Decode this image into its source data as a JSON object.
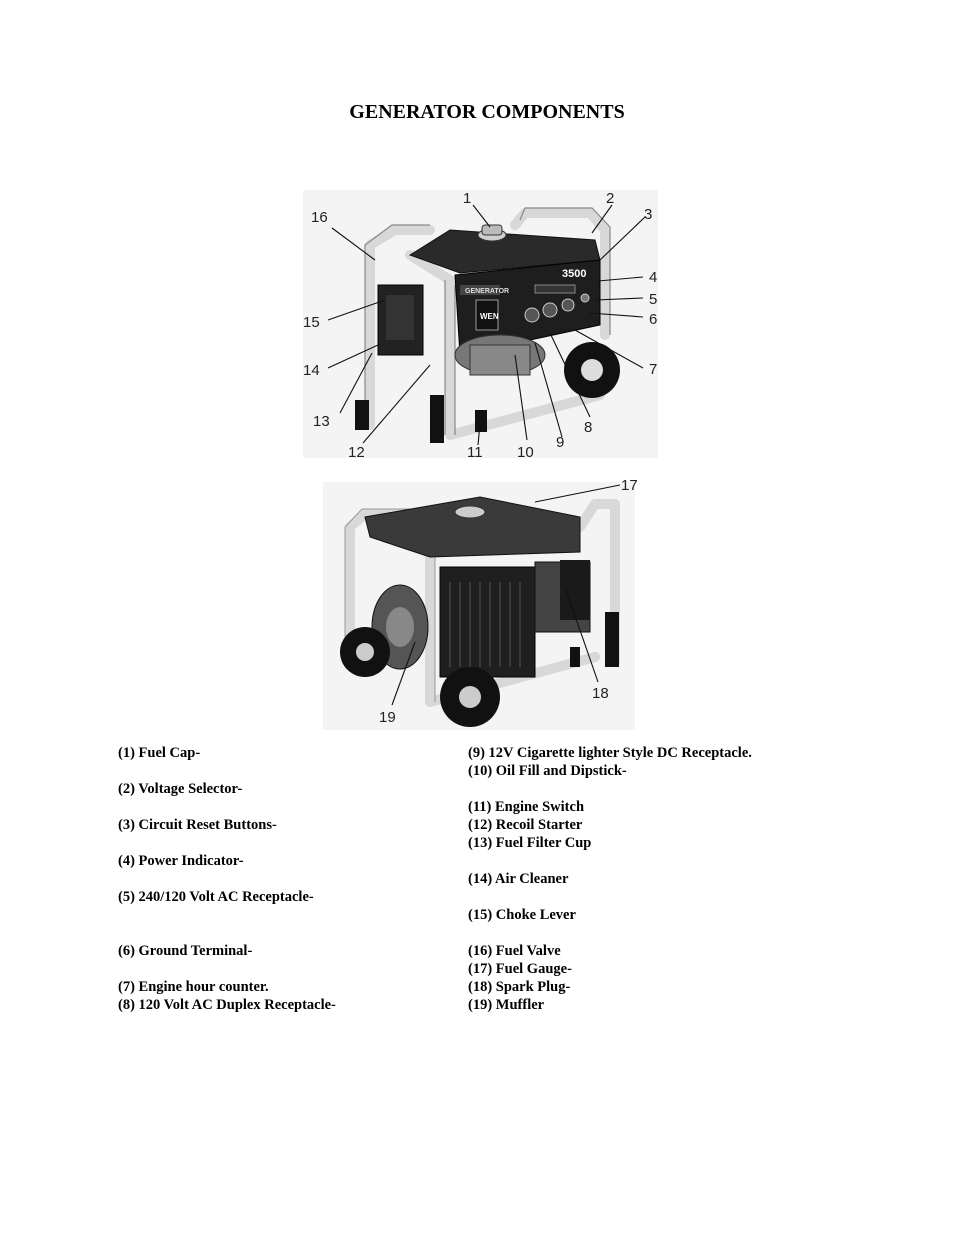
{
  "page": {
    "title": "GENERATOR COMPONENTS"
  },
  "figure_front": {
    "panel_brand": "WEN",
    "panel_title": "GENERATOR",
    "model_badge": "3500",
    "callouts": [
      "1",
      "2",
      "3",
      "4",
      "5",
      "6",
      "7",
      "8",
      "9",
      "10",
      "11",
      "12",
      "13",
      "14",
      "15",
      "16"
    ]
  },
  "figure_rear": {
    "callouts": [
      "17",
      "18",
      "19"
    ]
  },
  "legend": {
    "left": [
      "(1) Fuel Cap-",
      "",
      "(2) Voltage Selector-",
      "",
      "(3) Circuit Reset Buttons-",
      "",
      "(4) Power Indicator-",
      "",
      "(5) 240/120 Volt AC Receptacle-",
      "",
      "",
      "(6) Ground Terminal-",
      "",
      "(7) Engine hour counter.",
      "(8) 120 Volt AC Duplex Receptacle-"
    ],
    "right": [
      "(9) 12V Cigarette lighter Style DC Receptacle.",
      "(10) Oil Fill and Dipstick-",
      "",
      "(11) Engine Switch",
      "(12) Recoil Starter",
      "(13) Fuel Filter Cup",
      "",
      "(14) Air Cleaner",
      "",
      "(15) Choke Lever",
      "",
      "(16) Fuel Valve",
      "(17) Fuel Gauge-",
      "(18) Spark Plug-",
      "(19) Muffler"
    ]
  }
}
